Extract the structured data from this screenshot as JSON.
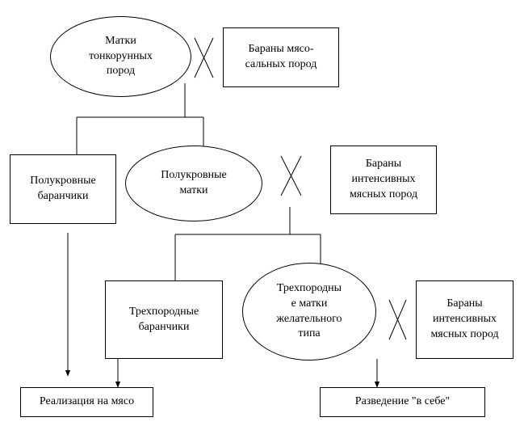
{
  "nodes": {
    "ewes_finewool": "Матки\nтонкорунных\nпород",
    "rams_meat_fat": "Бараны мясо-\nсальных пород",
    "halfbred_ram_lambs": "Полукровные\nбаранчики",
    "halfbred_ewes": "Полукровные\nматки",
    "rams_intensive_1": "Бараны\nинтенсивных\nмясных пород",
    "threebreed_ram_lambs": "Трехпородные\nбаранчики",
    "threebreed_ewes": "Трехпородны\nе матки\nжелательного\nтипа",
    "rams_intensive_2": "Бараны\nинтенсивных\nмясных пород",
    "meat_sale": "Реализация на мясо",
    "self_breeding": "Разведение \"в себе\""
  },
  "colors": {
    "line": "#000000",
    "background": "#ffffff"
  }
}
